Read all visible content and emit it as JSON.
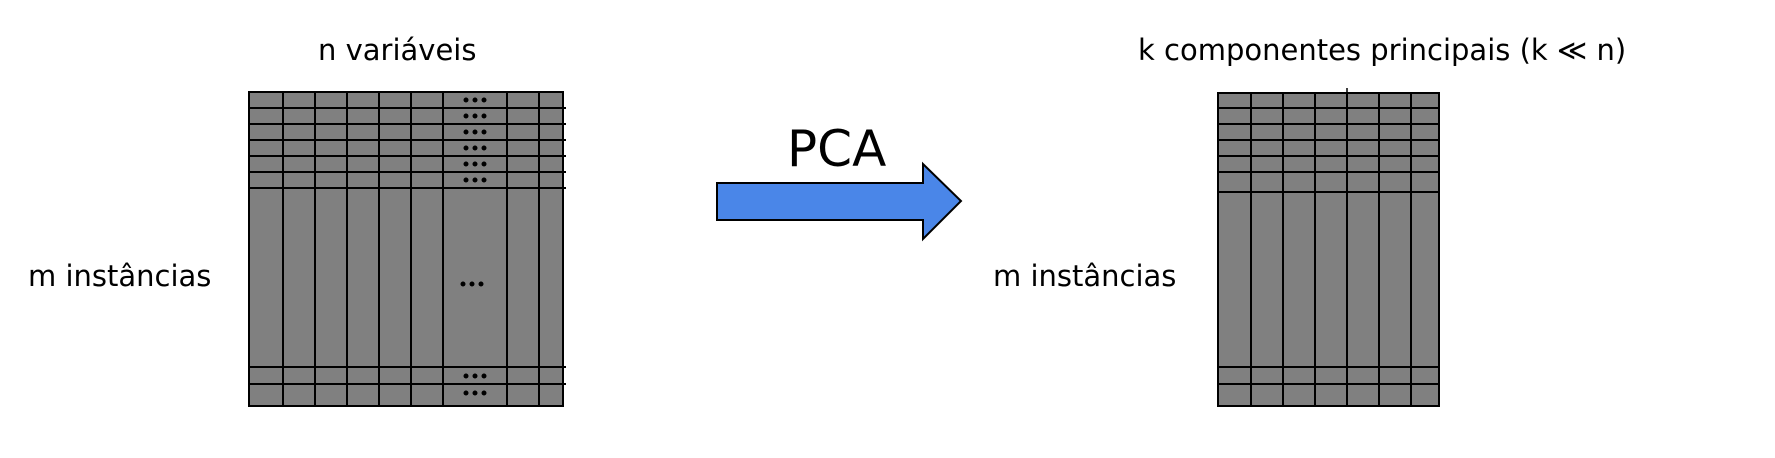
{
  "diagram": {
    "title": "PCA dimensionality reduction",
    "left_matrix": {
      "column_label": "n variáveis",
      "row_label": "m instâncias",
      "ellipsis": "•••",
      "middle_ellipsis": "•••"
    },
    "transform": {
      "label": "PCA",
      "arrow_color": "#4a86e8"
    },
    "right_matrix": {
      "column_label": "k componentes principais (k ≪ n)",
      "row_label": "m instâncias"
    },
    "colors": {
      "cell_fill": "#808080",
      "grid_line": "#000000",
      "background": "#ffffff"
    }
  }
}
